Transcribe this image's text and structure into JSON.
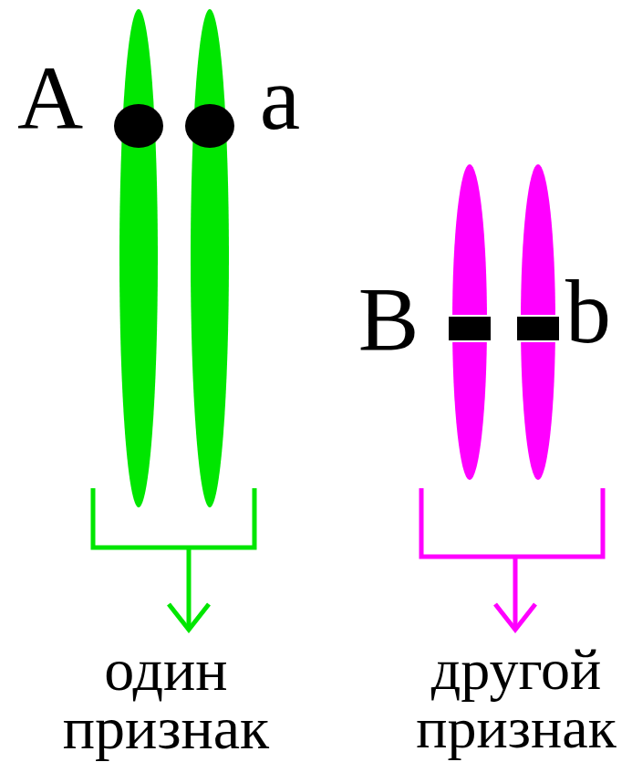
{
  "diagram": {
    "labels": [
      "A",
      "a",
      "B",
      "b",
      "один признак",
      "другой признак"
    ]
  }
}
